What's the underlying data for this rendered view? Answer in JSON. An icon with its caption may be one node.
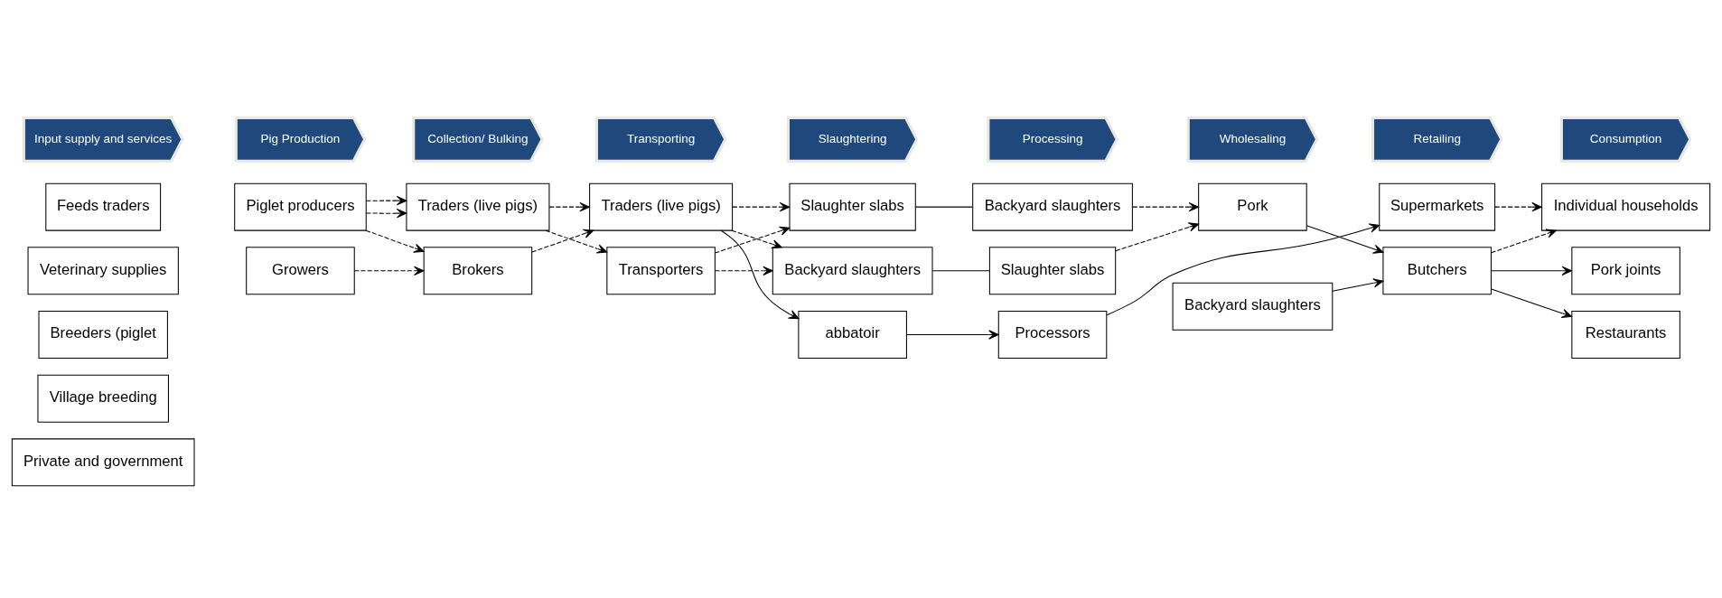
{
  "diagram": {
    "nodes": [
      {
        "text": [
          "Input supply and services"
        ]
      },
      {
        "text": [
          "Pig Production"
        ]
      },
      {
        "text": [
          "Collection/ Bulking"
        ]
      },
      {
        "text": [
          "Transporting"
        ]
      },
      {
        "text": [
          "Slaughtering"
        ]
      },
      {
        "text": [
          "Processing"
        ]
      },
      {
        "text": [
          "Wholesaling"
        ]
      },
      {
        "text": [
          "Retailing"
        ]
      },
      {
        "text": [
          "Consumption"
        ]
      },
      {
        "text": [
          "Feeds traders"
        ]
      },
      {
        "text": [
          "Veterinary supplies"
        ]
      },
      {
        "text": [
          "Breeders (piglet"
        ]
      },
      {
        "text": [
          "Village breeding"
        ]
      },
      {
        "text": [
          "Private and government"
        ]
      },
      {
        "text": [
          "Piglet producers"
        ]
      },
      {
        "text": [
          "Growers"
        ]
      },
      {
        "text": [
          "Traders (live pigs)"
        ]
      },
      {
        "text": [
          "Brokers"
        ]
      },
      {
        "text": [
          "Traders (live pigs)"
        ]
      },
      {
        "text": [
          "Transporters"
        ]
      },
      {
        "text": [
          "Slaughter slabs"
        ]
      },
      {
        "text": [
          "Backyard slaughters"
        ]
      },
      {
        "text": [
          "abbatoir"
        ]
      },
      {
        "text": [
          "Backyard slaughters"
        ]
      },
      {
        "text": [
          "Slaughter slabs"
        ]
      },
      {
        "text": [
          "Pork"
        ]
      },
      {
        "text": [
          "Processors"
        ]
      },
      {
        "text": [
          "Backyard slaughters"
        ]
      },
      {
        "text": [
          "Supermarkets"
        ]
      },
      {
        "text": [
          "Butchers"
        ]
      },
      {
        "text": [
          "Individual households"
        ]
      },
      {
        "text": [
          "Pork joints"
        ]
      },
      {
        "text": [
          "Restaurants"
        ]
      }
    ],
    "edges": [
      {
        "from": 14,
        "to": 16,
        "arrow": "to",
        "style": "dashed"
      },
      {
        "from": 14,
        "to": 17,
        "arrow": "to",
        "style": "dashed"
      },
      {
        "from": 14,
        "to": 16,
        "arrow": "to",
        "style": "dashed"
      },
      {
        "from": 15,
        "to": 17,
        "arrow": "to",
        "style": "dashed"
      },
      {
        "from": 16,
        "to": 18,
        "arrow": "to",
        "style": "dashed"
      },
      {
        "from": 16,
        "to": 19,
        "arrow": "to",
        "style": "dashed"
      },
      {
        "from": 17,
        "to": 18,
        "arrow": "to",
        "style": "dashed"
      },
      {
        "from": 18,
        "to": 20,
        "arrow": "to",
        "style": "dashed"
      },
      {
        "from": 18,
        "to": 21,
        "arrow": "to",
        "style": "dashed"
      },
      {
        "from": 18,
        "to": 22,
        "arrow": "to"
      },
      {
        "from": 19,
        "to": 20,
        "arrow": "to",
        "style": "dashed"
      },
      {
        "from": 19,
        "to": 21,
        "arrow": "to",
        "style": "dashed"
      },
      {
        "from": 20,
        "to": 23,
        "arrow": "none"
      },
      {
        "from": 21,
        "to": 24,
        "arrow": "none"
      },
      {
        "from": 22,
        "to": 26,
        "arrow": "to"
      },
      {
        "from": 23,
        "to": 25,
        "arrow": "to",
        "style": "dashed"
      },
      {
        "from": 24,
        "to": 25,
        "arrow": "to",
        "style": "dashed"
      },
      {
        "from": 26,
        "to": 28,
        "arrow": "to"
      },
      {
        "from": 25,
        "to": 29,
        "arrow": "to"
      },
      {
        "from": 27,
        "to": 29,
        "arrow": "to"
      },
      {
        "from": 28,
        "to": 30,
        "arrow": "to",
        "style": "dashed"
      },
      {
        "from": 29,
        "to": 30,
        "arrow": "to",
        "style": "dashed"
      },
      {
        "from": 29,
        "to": 31,
        "arrow": "to"
      },
      {
        "from": 29,
        "to": 32,
        "arrow": "to"
      }
    ]
  }
}
